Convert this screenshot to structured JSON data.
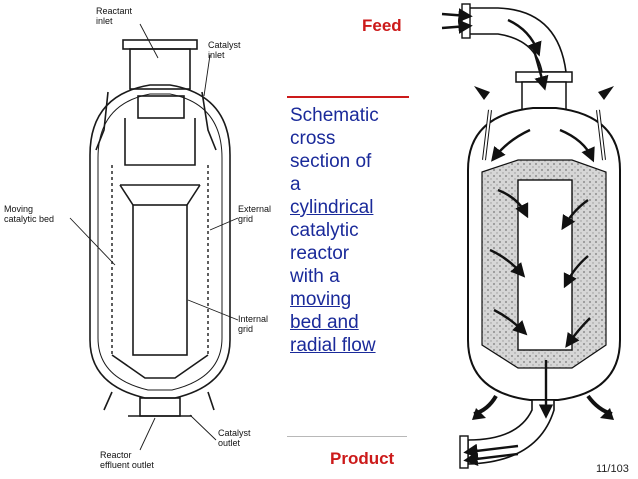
{
  "left_diagram": {
    "labels": {
      "reactant_inlet": [
        "Reactant",
        "inlet"
      ],
      "catalyst_inlet": [
        "Catalyst",
        "inlet"
      ],
      "moving_catalytic_bed": [
        "Moving",
        "catalytic bed"
      ],
      "external_grid": [
        "External",
        "grid"
      ],
      "internal_grid": [
        "Internal",
        "grid"
      ],
      "catalyst_outlet": [
        "Catalyst",
        "outlet"
      ],
      "reactor_effluent_outlet": [
        "Reactor",
        "effluent outlet"
      ]
    }
  },
  "feed_label": "Feed",
  "product_label": "Product",
  "caption": {
    "lines": [
      {
        "text": "Schematic",
        "link": false
      },
      {
        "text": "cross",
        "link": false
      },
      {
        "text": "section of",
        "link": false
      },
      {
        "text": "a",
        "link": false
      },
      {
        "text": "cylindrical",
        "link": true
      },
      {
        "text": "catalytic",
        "link": false
      },
      {
        "text": "reactor",
        "link": false
      },
      {
        "text": "with a",
        "link": false
      },
      {
        "text": "moving",
        "link": true
      },
      {
        "text": "bed and",
        "link": true
      },
      {
        "text": "radial flow",
        "link": true
      }
    ]
  },
  "page_number": "11/103",
  "colors": {
    "accent_red": "#cc1a1a",
    "caption_blue": "#1a2a9a"
  }
}
